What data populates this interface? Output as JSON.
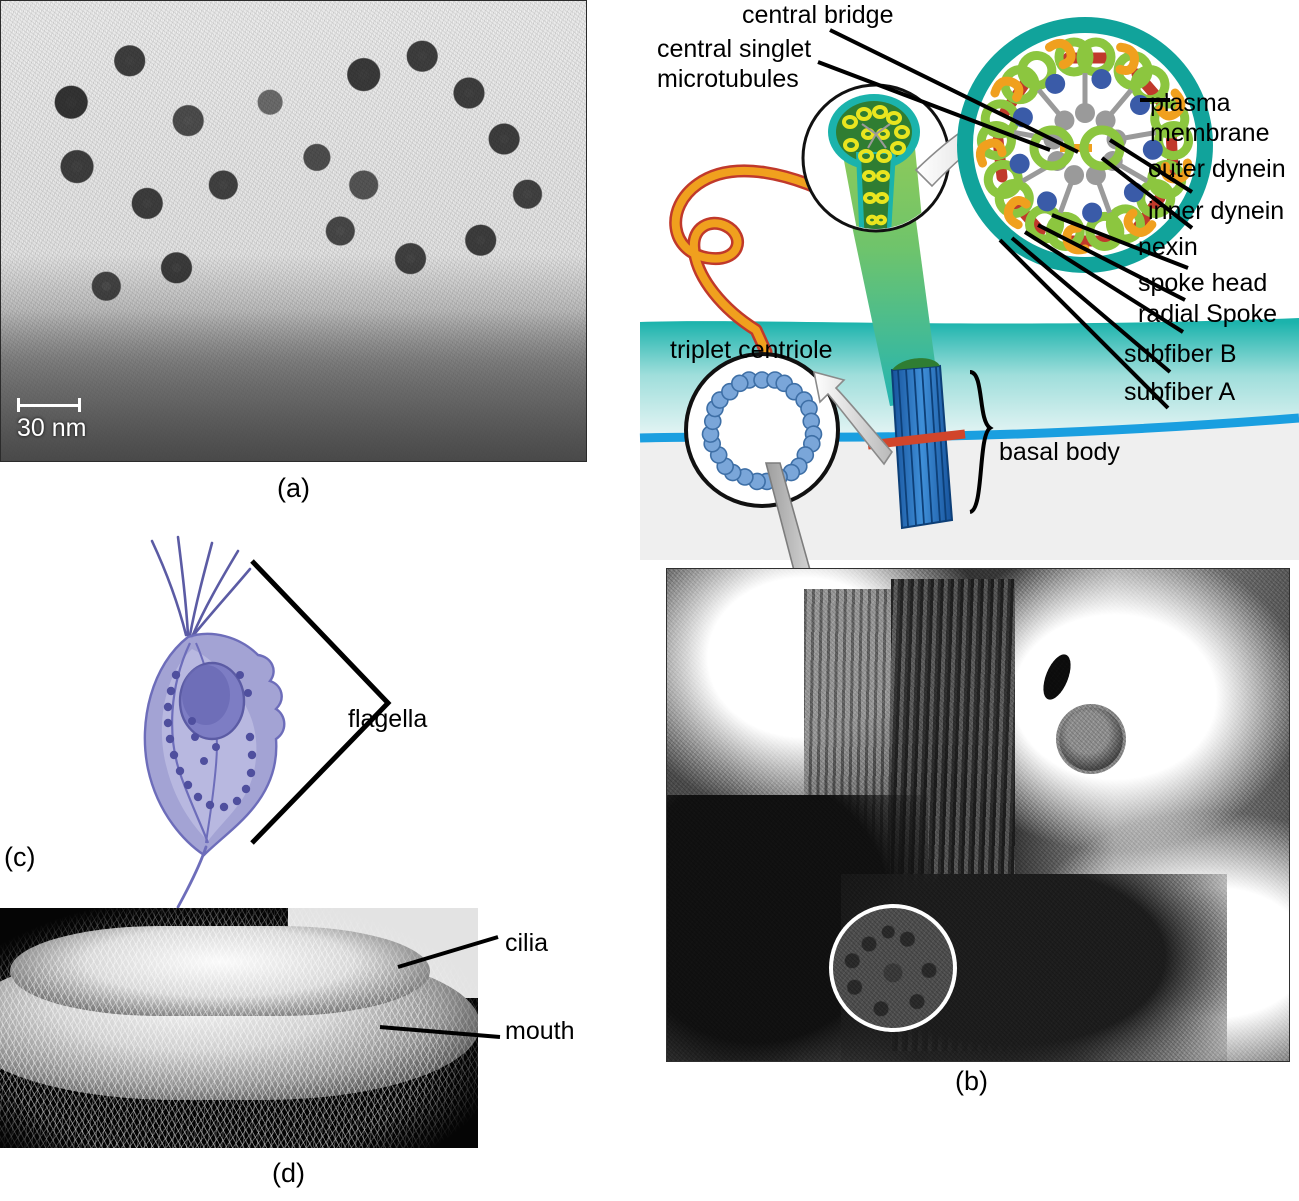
{
  "figure": {
    "title": "Cilia and flagella structure",
    "panels": [
      {
        "id": "a",
        "caption": "(a)",
        "type": "transmission-electron-micrograph"
      },
      {
        "id": "b",
        "caption": "(b)",
        "type": "diagram-and-micrograph"
      },
      {
        "id": "c",
        "caption": "(c)",
        "type": "illustration"
      },
      {
        "id": "d",
        "caption": "(d)",
        "type": "scanning-electron-micrograph"
      }
    ]
  },
  "panel_a": {
    "caption": "(a)",
    "scale_bar": {
      "label": "30 nm",
      "value": 30,
      "unit": "nm"
    }
  },
  "panel_b": {
    "caption": "(b)",
    "labels": {
      "central_bridge": "central bridge",
      "central_singlet_microtubules": "central singlet\nmicrotubules",
      "central_singlet_line1": "central singlet",
      "central_singlet_line2": "microtubules",
      "plasma_membrane_line1": "plasma",
      "plasma_membrane_line2": "membrane",
      "outer_dynein": "outer dynein",
      "inner_dynein": "inner dynein",
      "nexin": "nexin",
      "spoke_head": "spoke head",
      "radial_spoke": "radial Spoke",
      "subfiber_b": "subfiber B",
      "subfiber_a": "subfiber A",
      "triplet_centriole": "triplet centriole",
      "basal_body": "basal body"
    },
    "colors": {
      "plasma_membrane": "#11a39b",
      "microtubule_doublet": "#8cc63f",
      "outer_dynein": "#f0a01e",
      "inner_dynein": "#3a5ba8",
      "nexin": "#c0392b",
      "radial_spoke": "#9a9a9a",
      "flagellum_green": "#8cc63f",
      "flagellum_orange": "#f0a01e",
      "flagellum_outline_red": "#c0392b",
      "basal_body_blue": "#1f6fc4",
      "centriole_sphere": "#7aa6d9",
      "cell_membrane_line": "#1a9fe0",
      "cytosol_teal": "#1bb3ac",
      "red_band": "#d1452b"
    },
    "axoneme": {
      "arrangement": "9+2",
      "outer_doublets": 9,
      "central_singlets": 2
    },
    "centriole": {
      "arrangement": "9 triplets",
      "triplets": 9,
      "spheres_per_triplet": 3
    }
  },
  "panel_c": {
    "caption": "(c)",
    "label_flagella": "flagella",
    "colors": {
      "cell_body": "#8f8fc8",
      "cell_body_light": "#b6b6dd",
      "nucleus": "#6a6ab4",
      "flagellum_line": "#5b5ba4"
    }
  },
  "panel_d": {
    "caption": "(d)",
    "label_cilia": "cilia",
    "label_mouth": "mouth"
  }
}
